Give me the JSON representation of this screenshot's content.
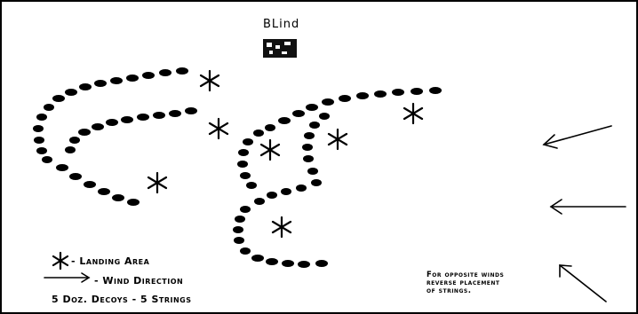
{
  "blind": {
    "label": "BLind"
  },
  "legend": {
    "landing_area": "- Landing Area",
    "wind_direction": "- Wind Direction",
    "decoys": "5 Doz. Decoys - 5 Strings"
  },
  "note": {
    "line1": "For opposite winds",
    "line2": "reverse placement",
    "line3": "of strings."
  },
  "colors": {
    "ink": "#000000",
    "paper": "#ffffff"
  }
}
